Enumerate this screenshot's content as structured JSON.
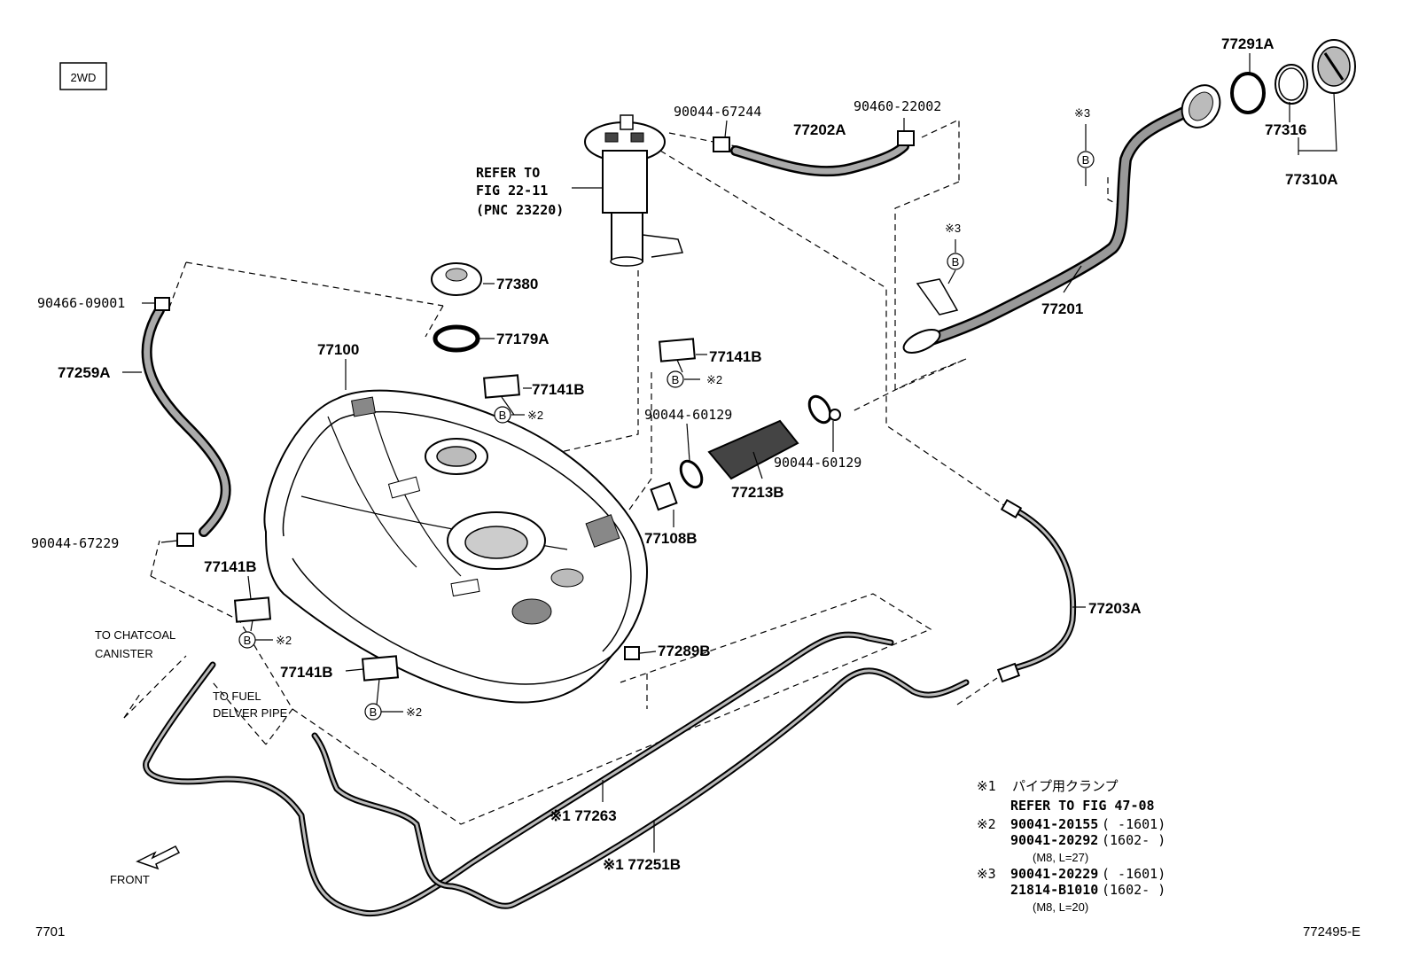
{
  "variant_box": "2WD",
  "refer_note": {
    "line1": "REFER TO",
    "line2": "FIG 22-11",
    "line3": "(PNC 23220)"
  },
  "parts": {
    "p90044_67244": "90044-67244",
    "p77202A": "77202A",
    "p90460_22002": "90460-22002",
    "p77291A": "77291A",
    "p77316": "77316",
    "p77310A": "77310A",
    "mark3_top": "※3",
    "p77380": "77380",
    "p90466_09001": "90466-09001",
    "mark3_mid": "※3",
    "p77201": "77201",
    "p77179A": "77179A",
    "p77100": "77100",
    "p77259A": "77259A",
    "p77141B_a": "77141B",
    "mark2_a": "※2",
    "p77141B_b": "77141B",
    "mark2_b": "※2",
    "p90044_60129_a": "90044-60129",
    "p90044_60129_b": "90044-60129",
    "p77213B": "77213B",
    "p77108B": "77108B",
    "p90044_67229": "90044-67229",
    "p77141B_c": "77141B",
    "mark2_c": "※2",
    "p77203A": "77203A",
    "p77289B": "77289B",
    "p77141B_d": "77141B",
    "mark2_d": "※2",
    "p77263": "※1 77263",
    "p77251B": "※1 77251B"
  },
  "bolt_mark": "B",
  "callouts": {
    "chatcoal_1": "TO CHATCOAL",
    "chatcoal_2": "CANISTER",
    "fuel_1": "TO FUEL",
    "fuel_2": "DELVER PIPE",
    "front": "FRONT"
  },
  "notes": {
    "n1_mark": "※1",
    "n1_text": "パイプ用クランプ",
    "n1_ref": "REFER TO FIG 47-08",
    "n2_mark": "※2",
    "n2_l1_pn": "90041-20155",
    "n2_l1_range": "(       -1601)",
    "n2_l2_pn": "90041-20292",
    "n2_l2_range": "(1602-       )",
    "n2_spec": "(M8, L=27)",
    "n3_mark": "※3",
    "n3_l1_pn": "90041-20229",
    "n3_l1_range": "(       -1601)",
    "n3_l2_pn": "21814-B1010",
    "n3_l2_range": "(1602-       )",
    "n3_spec": "(M8, L=20)"
  },
  "footer": {
    "left": "7701",
    "right": "772495-E"
  }
}
